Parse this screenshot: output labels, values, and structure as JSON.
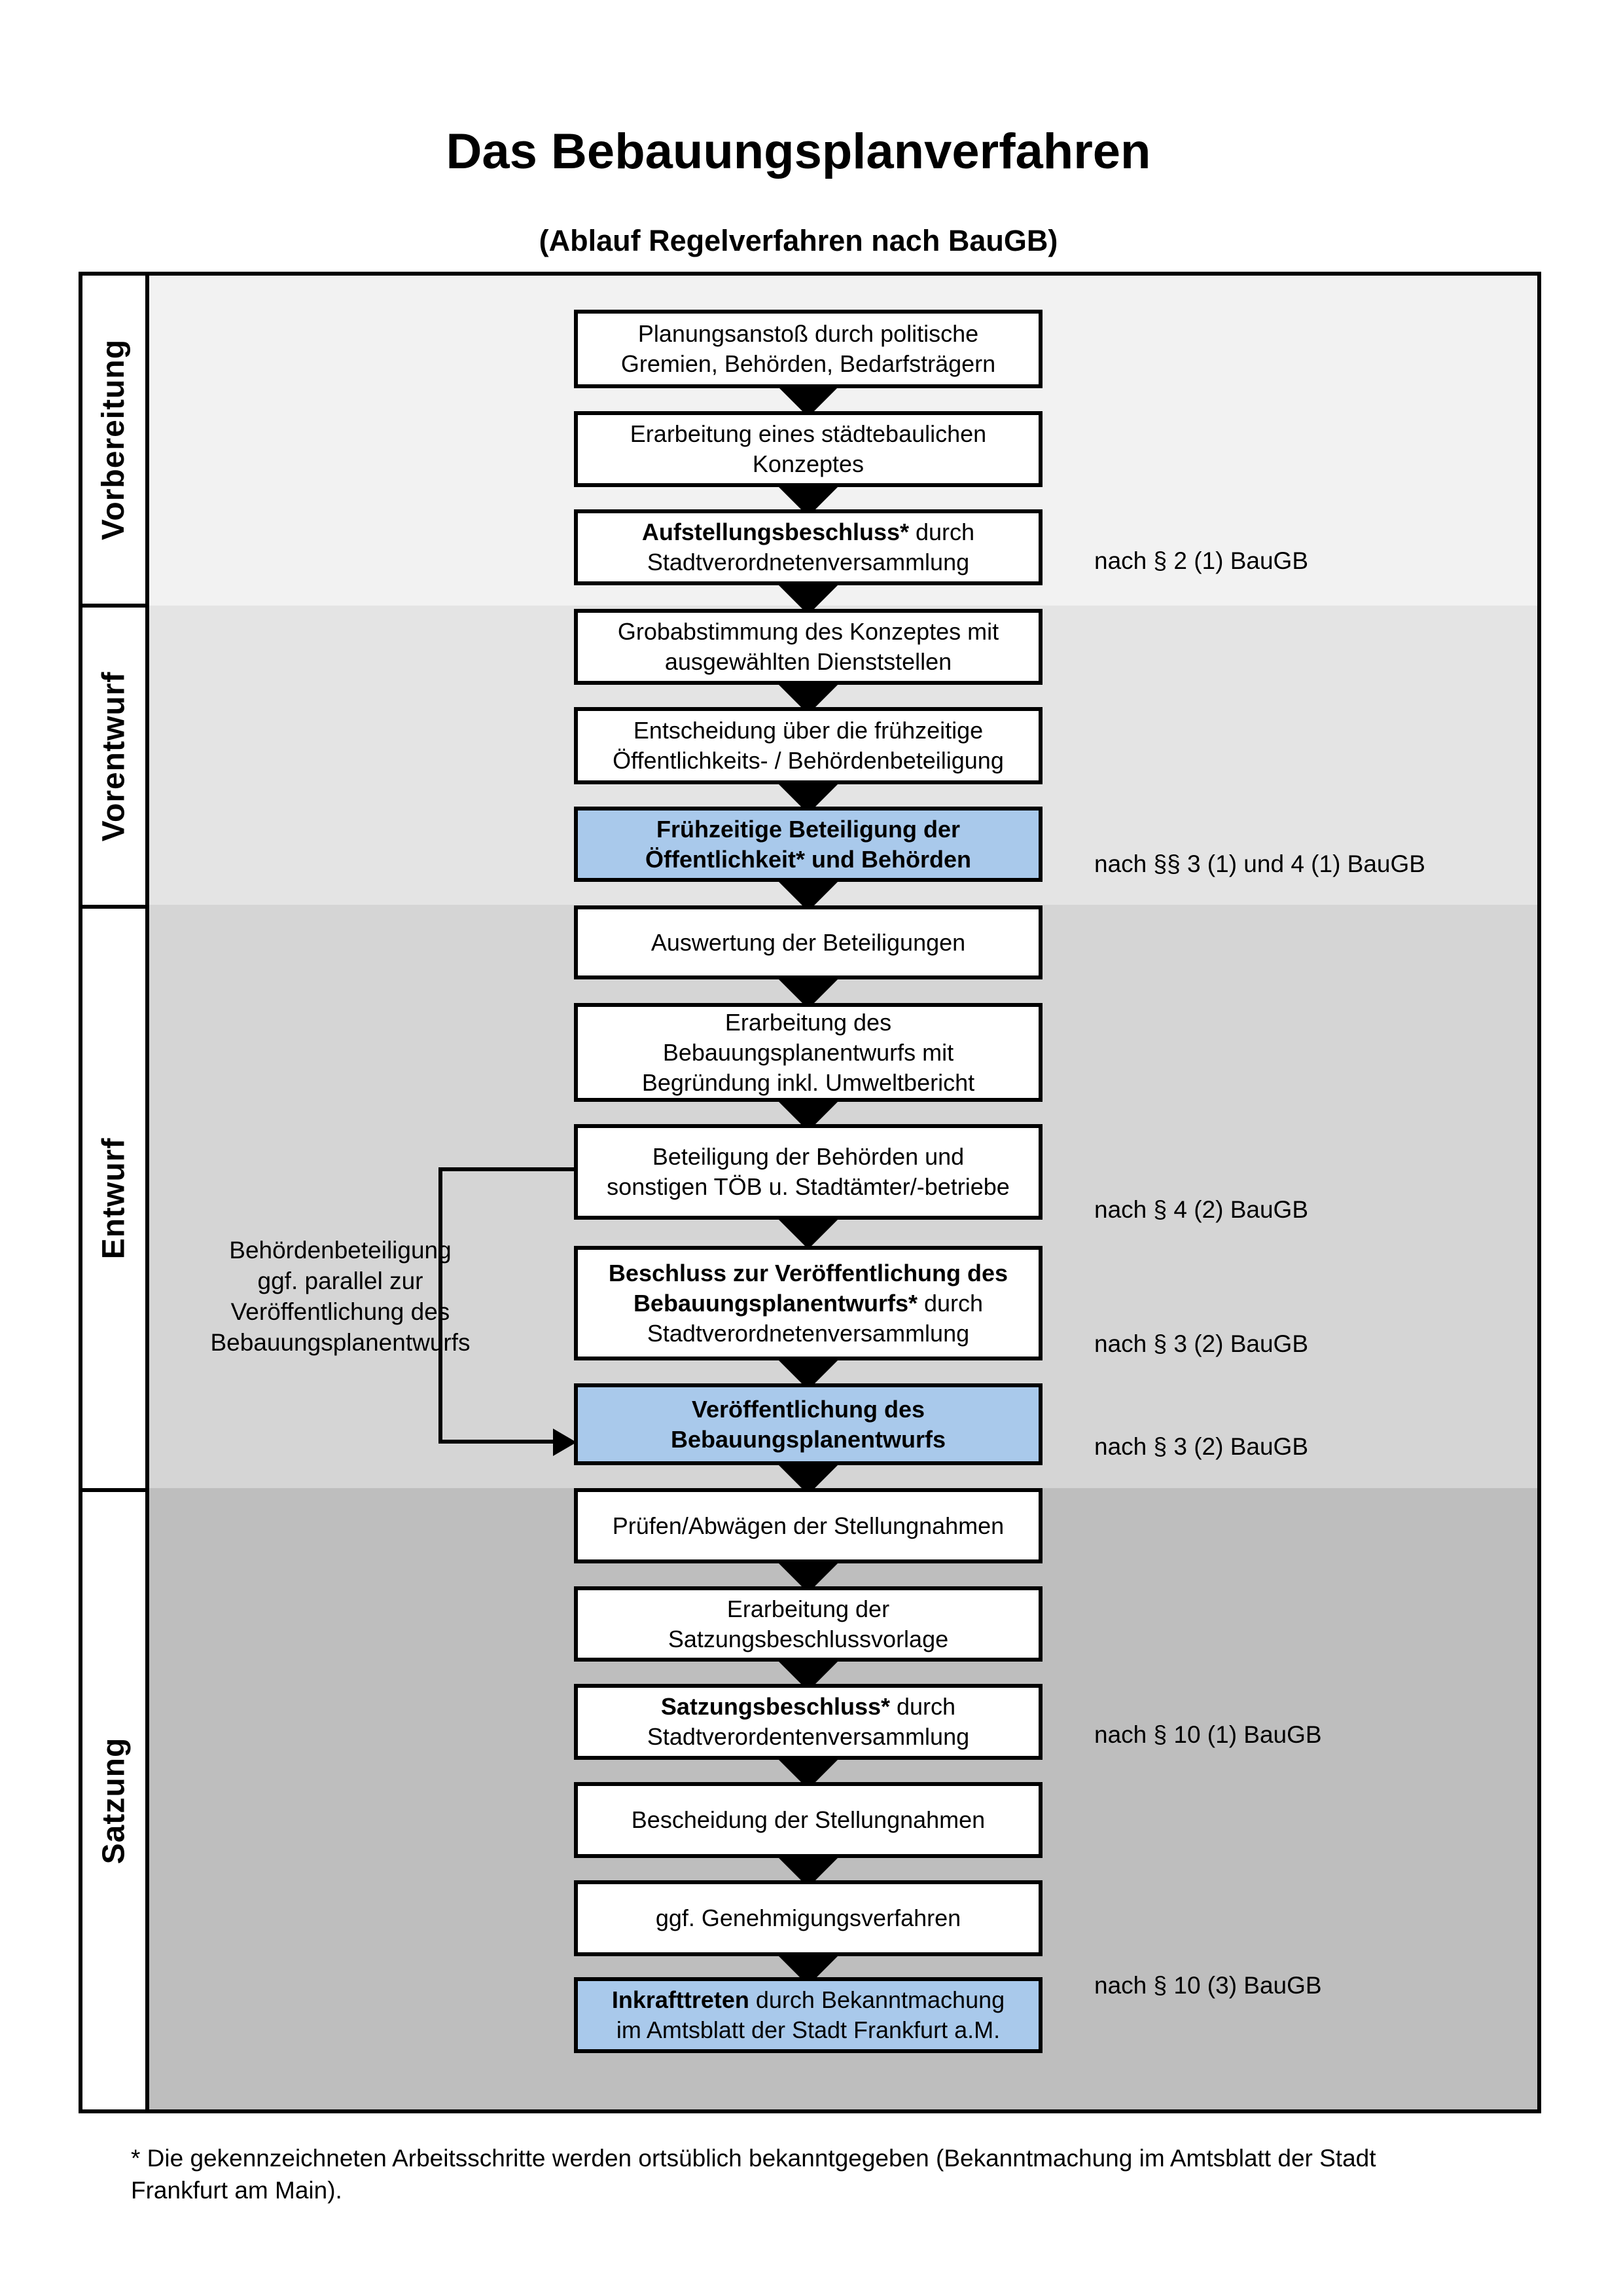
{
  "header": {
    "title": "Das Bebauungsplanverfahren",
    "subtitle": "(Ablauf Regelverfahren nach BauGB)"
  },
  "colors": {
    "band_vorbereitung": "#f2f2f2",
    "band_vorentwurf": "#e4e4e4",
    "band_entwurf": "#d5d5d5",
    "band_satzung": "#bebebe",
    "highlight_blue": "#a9c9eb",
    "box_white": "#ffffff",
    "line_black": "#000000"
  },
  "phases": [
    {
      "label": "Vorbereitung"
    },
    {
      "label": "Vorentwurf"
    },
    {
      "label": "Entwurf"
    },
    {
      "label": "Satzung"
    }
  ],
  "boxes": [
    {
      "bold": "",
      "rest": "Planungsanstoß durch politische\nGremien, Behörden, Bedarfsträgern",
      "highlight": false
    },
    {
      "bold": "",
      "rest": "Erarbeitung eines städtebaulichen\nKonzeptes",
      "highlight": false
    },
    {
      "bold": "Aufstellungsbeschluss*",
      "rest": " durch\nStadtverordnetenversammlung",
      "highlight": false
    },
    {
      "bold": "",
      "rest": "Grobabstimmung des Konzeptes mit\nausgewählten Dienststellen",
      "highlight": false
    },
    {
      "bold": "",
      "rest": "Entscheidung über die frühzeitige\nÖffentlichkeits- / Behördenbeteiligung",
      "highlight": false
    },
    {
      "bold": "Frühzeitige Beteiligung der\nÖffentlichkeit* und Behörden",
      "rest": "",
      "highlight": true
    },
    {
      "bold": "",
      "rest": "Auswertung der Beteiligungen",
      "highlight": false
    },
    {
      "bold": "",
      "rest": "Erarbeitung des\nBebauungsplanentwurfs mit\nBegründung inkl. Umweltbericht",
      "highlight": false
    },
    {
      "bold": "",
      "rest": "Beteiligung der Behörden und\nsonstigen TÖB u. Stadtämter/-betriebe",
      "highlight": false
    },
    {
      "bold": "Beschluss zur Veröffentlichung des\nBebauungsplanentwurfs*",
      "rest": " durch\nStadtverordnetenversammlung",
      "highlight": false
    },
    {
      "bold": "Veröffentlichung des\nBebauungsplanentwurfs",
      "rest": "",
      "highlight": true
    },
    {
      "bold": "",
      "rest": "Prüfen/Abwägen der Stellungnahmen",
      "highlight": false
    },
    {
      "bold": "",
      "rest": "Erarbeitung der\nSatzungsbeschlussvorlage",
      "highlight": false
    },
    {
      "bold": "Satzungsbeschluss*",
      "rest": " durch\nStadtverordentenversammlung",
      "highlight": false
    },
    {
      "bold": "",
      "rest": "Bescheidung der Stellungnahmen",
      "highlight": false
    },
    {
      "bold": "",
      "rest": "ggf. Genehmigungsverfahren",
      "highlight": false
    },
    {
      "bold": "Inkrafttreten",
      "rest": " durch Bekanntmachung\nim Amtsblatt der Stadt Frankfurt a.M.",
      "highlight": true
    }
  ],
  "law_refs": [
    {
      "text": "nach § 2 (1) BauGB"
    },
    {
      "text": "nach §§ 3 (1) und 4 (1) BauGB"
    },
    {
      "text": "nach § 4 (2) BauGB"
    },
    {
      "text": "nach § 3 (2) BauGB"
    },
    {
      "text": "nach § 3 (2) BauGB"
    },
    {
      "text": "nach § 10 (1) BauGB"
    },
    {
      "text": "nach § 10 (3) BauGB"
    }
  ],
  "side_note": {
    "text": "Behördenbeteiligung\nggf. parallel zur\nVeröffentlichung des\nBebauungsplanentwurfs"
  },
  "footnote": {
    "text": "* Die gekennzeichneten Arbeitsschritte werden ortsüblich bekanntgegeben (Bekanntmachung im Amtsblatt  der Stadt\nFrankfurt am Main)."
  }
}
